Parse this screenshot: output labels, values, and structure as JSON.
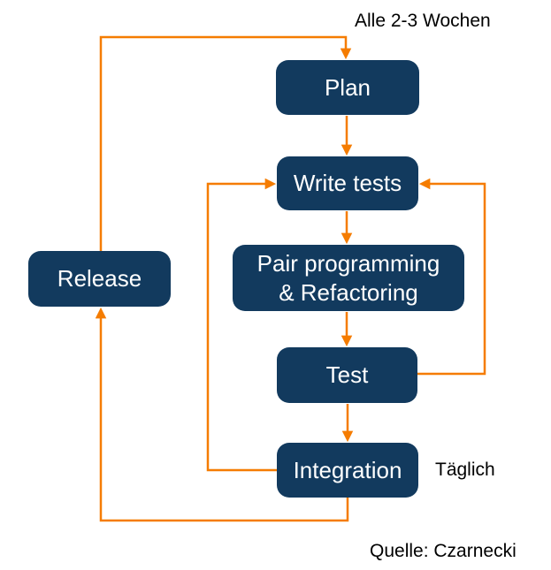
{
  "colors": {
    "node_fill": "#123A5E",
    "node_text": "#FFFFFF",
    "arrow": "#F57C00",
    "annotation_text": "#000000"
  },
  "nodes": [
    {
      "id": "plan",
      "label": "Plan"
    },
    {
      "id": "write-tests",
      "label": "Write tests"
    },
    {
      "id": "pair-programming",
      "label": "Pair programming\n& Refactoring"
    },
    {
      "id": "test",
      "label": "Test"
    },
    {
      "id": "integration",
      "label": "Integration"
    },
    {
      "id": "release",
      "label": "Release"
    }
  ],
  "edges": [
    {
      "from": "release",
      "to": "plan"
    },
    {
      "from": "plan",
      "to": "write-tests"
    },
    {
      "from": "write-tests",
      "to": "pair-programming"
    },
    {
      "from": "pair-programming",
      "to": "test"
    },
    {
      "from": "test",
      "to": "integration"
    },
    {
      "from": "test",
      "to": "write-tests"
    },
    {
      "from": "integration",
      "to": "write-tests"
    },
    {
      "from": "integration",
      "to": "release"
    }
  ],
  "annotations": {
    "cycle_label": "Alle 2-3 Wochen",
    "daily_label": "Täglich",
    "source": "Quelle: Czarnecki"
  }
}
